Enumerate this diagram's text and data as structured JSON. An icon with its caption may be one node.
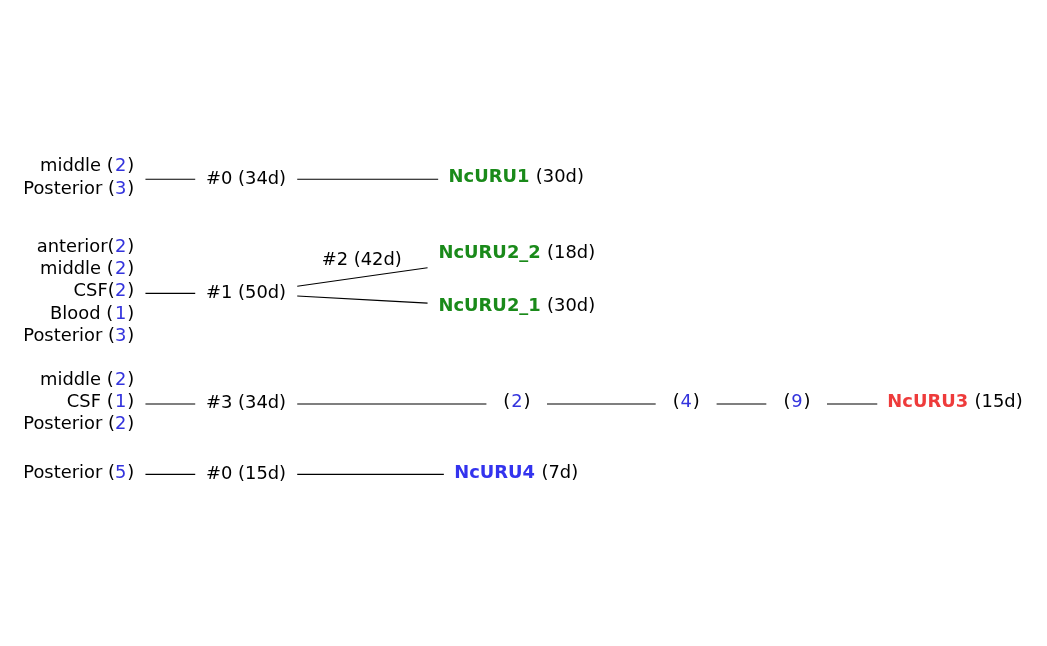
{
  "diagram": {
    "nodes": [
      {
        "text": [
          "middle (2)",
          "Posterior (3)"
        ]
      },
      {
        "text": [
          "#0 (34d)"
        ]
      },
      {
        "text": [
          "NcURU1 (30d)"
        ]
      },
      {
        "text": [
          "anterior(2)",
          "middle (2)",
          "CSF(2)",
          "Blood (1)",
          "Posterior (3)"
        ]
      },
      {
        "text": [
          "#1 (50d)"
        ]
      },
      {
        "text": [
          "NcURU2_1 (30d)"
        ]
      },
      {
        "text": [
          "NcURU2_2 (18d)"
        ]
      },
      {
        "text": [
          "middle (2)",
          "CSF (1)",
          "Posterior (2)"
        ]
      },
      {
        "text": [
          "#3 (34d)"
        ]
      },
      {
        "text": [
          "(2)"
        ]
      },
      {
        "text": [
          "(4)"
        ]
      },
      {
        "text": [
          "(9)"
        ]
      },
      {
        "text": [
          "NcURU3 (15d)"
        ]
      },
      {
        "text": [
          "Posterior (5)"
        ]
      },
      {
        "text": [
          "#0 (15d)"
        ]
      },
      {
        "text": [
          "NcURU4 (7d)"
        ]
      }
    ],
    "edges": [
      {
        "from": 0,
        "to": 1,
        "arrow": "none"
      },
      {
        "from": 1,
        "to": 2,
        "arrow": "none"
      },
      {
        "from": 3,
        "to": 4,
        "arrow": "none"
      },
      {
        "from": 4,
        "to": 5,
        "arrow": "none"
      },
      {
        "from": 4,
        "to": 6,
        "arrow": "none",
        "label": "#2 (42d)"
      },
      {
        "from": 7,
        "to": 8,
        "arrow": "none"
      },
      {
        "from": 8,
        "to": 9,
        "arrow": "none"
      },
      {
        "from": 9,
        "to": 10,
        "arrow": "none"
      },
      {
        "from": 10,
        "to": 11,
        "arrow": "none"
      },
      {
        "from": 11,
        "to": 12,
        "arrow": "none"
      },
      {
        "from": 13,
        "to": 14,
        "arrow": "none"
      },
      {
        "from": 14,
        "to": 15,
        "arrow": "none"
      }
    ]
  }
}
